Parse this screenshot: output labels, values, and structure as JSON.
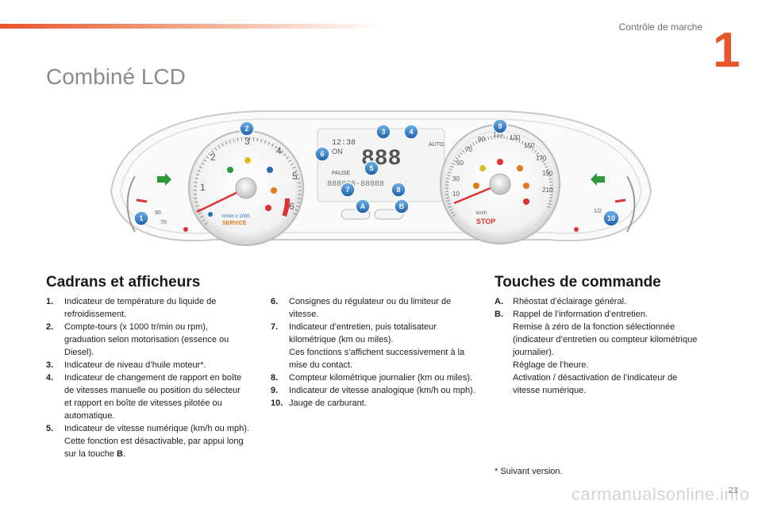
{
  "header": {
    "chapter_title": "Contrôle de marche",
    "chapter_number": "1",
    "page_title": "Combiné LCD"
  },
  "figure": {
    "rpm_unit": "tr/min x 1000",
    "rpm_ticks": [
      "1",
      "2",
      "3",
      "4",
      "5",
      "6"
    ],
    "service_label": "SERVICE",
    "speed_unit": "km/h",
    "speed_ticks": [
      "10",
      "30",
      "50",
      "70",
      "90",
      "110",
      "130",
      "150",
      "170",
      "190",
      "210"
    ],
    "stop_label": "STOP",
    "time": "12:38",
    "on_label": "ON",
    "pause_label": "PAUSE",
    "auto_label": "AUTO",
    "fuel_half": "1/2",
    "callouts": [
      "1",
      "2",
      "3",
      "4",
      "5",
      "6",
      "7",
      "8",
      "9",
      "10",
      "A",
      "B"
    ]
  },
  "left_section": {
    "heading": "Cadrans et afficheurs",
    "items": [
      {
        "num": "1.",
        "text": "Indicateur de température du liquide de refroidissement."
      },
      {
        "num": "2.",
        "text": "Compte-tours (x 1000 tr/min ou rpm), graduation selon motorisation (essence ou Diesel)."
      },
      {
        "num": "3.",
        "text": "Indicateur de niveau d’huile moteur*."
      },
      {
        "num": "4.",
        "text": "Indicateur de changement de rapport en boîte de vitesses manuelle ou position du sélecteur et rapport en boîte de vitesses pilotée ou automatique."
      },
      {
        "num": "5.",
        "text": "Indicateur de vitesse numérique (km/h ou mph).",
        "extra": "Cette fonction est désactivable, par appui long sur la touche ",
        "extra_bold": "B",
        "extra_end": "."
      }
    ]
  },
  "middle_section": {
    "items": [
      {
        "num": "6.",
        "text": "Consignes du régulateur ou du limiteur de vitesse."
      },
      {
        "num": "7.",
        "text": "Indicateur d’entretien, puis totalisateur kilométrique (km ou miles).",
        "extra": "Ces fonctions s’affichent successivement à la mise du contact."
      },
      {
        "num": "8.",
        "text": "Compteur kilométrique journalier (km ou miles)."
      },
      {
        "num": "9.",
        "text": "Indicateur de vitesse analogique (km/h ou mph)."
      },
      {
        "num": "10.",
        "text": "Jauge de carburant."
      }
    ]
  },
  "right_section": {
    "heading": "Touches de commande",
    "items": [
      {
        "num": "A.",
        "text": "Rhéostat d’éclairage général."
      },
      {
        "num": "B.",
        "text": "Rappel de l’information d’entretien.",
        "extra": "Remise à zéro de la fonction sélectionnée (indicateur d’entretien ou compteur kilométrique journalier).",
        "extra2": "Réglage de l’heure.",
        "extra3": "Activation / désactivation de l’indicateur de vitesse numérique."
      }
    ]
  },
  "footnote": "* Suivant version.",
  "page_number": "21",
  "watermark": "carmanualsonline.info"
}
